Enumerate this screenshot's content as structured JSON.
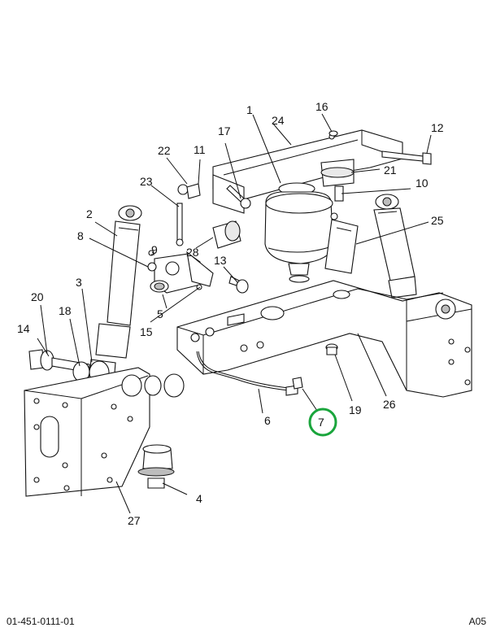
{
  "footer": {
    "document_number": "01-451-0111-01",
    "revision": "A05"
  },
  "highlight_color": "#1aa53c",
  "highlighted_callout": "7",
  "callouts": [
    {
      "id": "1"
    },
    {
      "id": "2"
    },
    {
      "id": "3"
    },
    {
      "id": "4"
    },
    {
      "id": "5"
    },
    {
      "id": "6"
    },
    {
      "id": "7"
    },
    {
      "id": "8"
    },
    {
      "id": "9"
    },
    {
      "id": "10"
    },
    {
      "id": "11"
    },
    {
      "id": "12"
    },
    {
      "id": "13"
    },
    {
      "id": "14"
    },
    {
      "id": "15"
    },
    {
      "id": "16"
    },
    {
      "id": "17"
    },
    {
      "id": "18"
    },
    {
      "id": "19"
    },
    {
      "id": "20"
    },
    {
      "id": "21"
    },
    {
      "id": "22"
    },
    {
      "id": "23"
    },
    {
      "id": "24"
    },
    {
      "id": "25"
    },
    {
      "id": "26"
    },
    {
      "id": "27"
    },
    {
      "id": "28"
    }
  ]
}
